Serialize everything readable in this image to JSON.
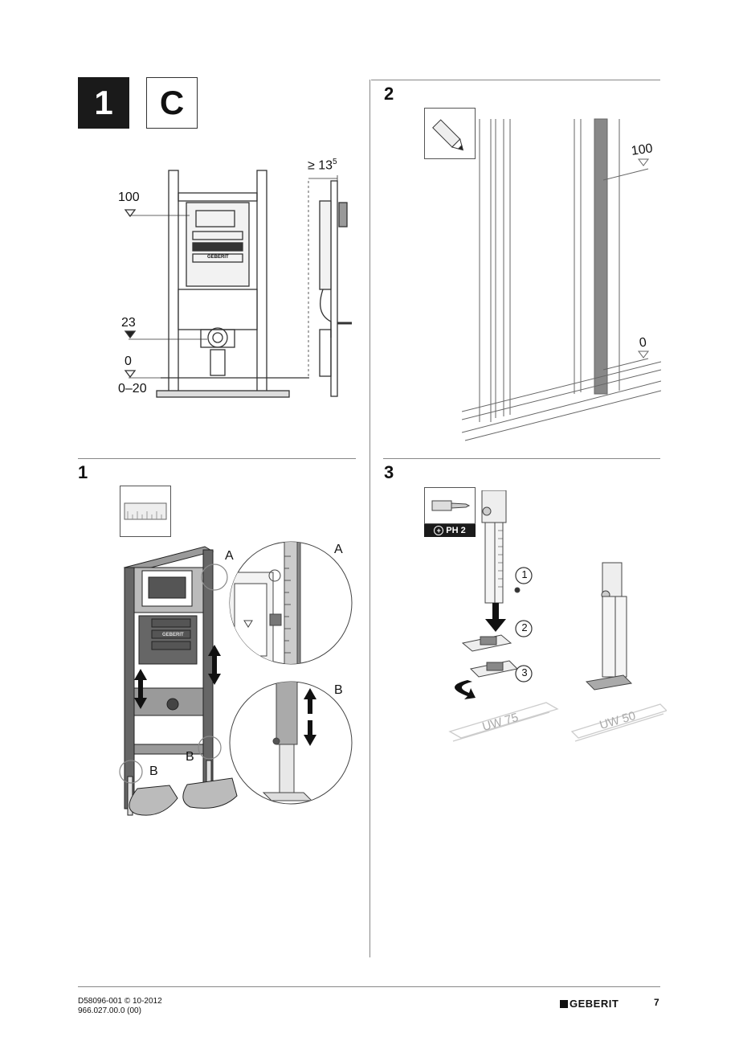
{
  "header": {
    "section_number": "1",
    "variant_letter": "C"
  },
  "overview_diagram": {
    "dim_label": "≥ 13",
    "dim_sup": "5",
    "level_100": "100",
    "level_23": "23",
    "level_0": "0",
    "level_range": "0–20",
    "brand_on_tank": "GEBERIT"
  },
  "steps": [
    {
      "number": "1",
      "callout_a": "A",
      "callout_b": "B",
      "zoom_a_label": "A",
      "zoom_b_label": "B",
      "brand_on_frame": "GEBERIT"
    },
    {
      "number": "2",
      "level_100": "100",
      "level_0": "0"
    },
    {
      "number": "3",
      "tool_label": "PH 2",
      "sub_1": "1",
      "sub_2": "2",
      "sub_3": "3",
      "rail_1": "UW 75",
      "rail_2": "UW 50"
    }
  ],
  "footer": {
    "doc_code": "D58096-001 © 10-2012",
    "article_code": "966.027.00.0 (00)",
    "brand": "GEBERIT",
    "page_number": "7"
  }
}
